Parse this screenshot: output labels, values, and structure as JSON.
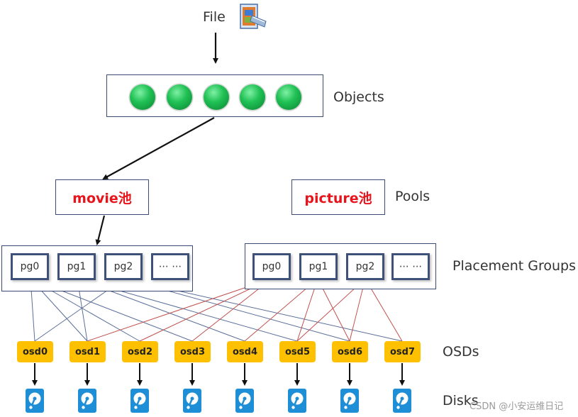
{
  "file": {
    "label": "File",
    "icon": "film-file-icon"
  },
  "objects": {
    "label": "Objects",
    "count": 5
  },
  "pools": {
    "label": "Pools",
    "items": [
      {
        "name": "movie池"
      },
      {
        "name": "picture池"
      }
    ]
  },
  "placement_groups": {
    "label": "Placement Groups",
    "groups": [
      {
        "pgs": [
          "pg0",
          "pg1",
          "pg2",
          "⋯ ⋯"
        ]
      },
      {
        "pgs": [
          "pg0",
          "pg1",
          "pg2",
          "⋯ ⋯"
        ]
      }
    ]
  },
  "osds": {
    "label": "OSDs",
    "items": [
      "osd0",
      "osd1",
      "osd2",
      "osd3",
      "osd4",
      "osd5",
      "osd6",
      "osd7"
    ]
  },
  "disks": {
    "label": "Disks",
    "icon": "hard-disk-icon"
  },
  "watermark": "CSDN @小安运维日记",
  "colors": {
    "movie_links": "#5b6f9a",
    "picture_links": "#c0504d",
    "osd_fill": "#ffc000",
    "pool_text": "#e8141b",
    "object_fill": "#20c155"
  }
}
